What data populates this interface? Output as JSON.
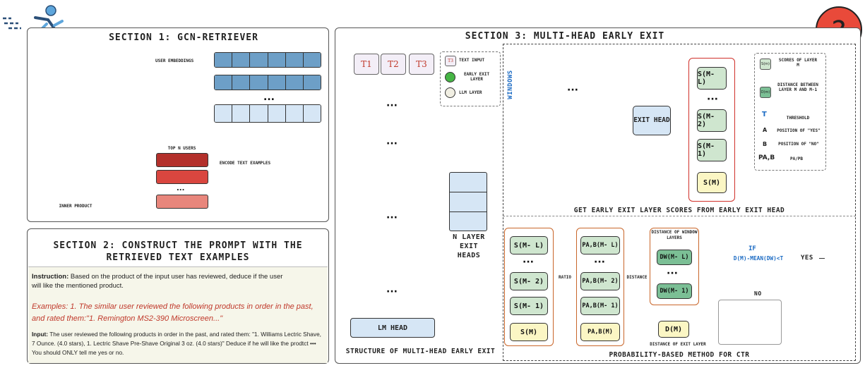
{
  "section1": {
    "title": "SECTION 1: GCN-RETRIEVER",
    "user_embeddings": "USER EMBEDDINGS",
    "top_n_users": "TOP N USERS",
    "encode_text": "ENCODE TEXT EXAMPLES",
    "inner_product": "INNER PRODUCT",
    "dots": "..."
  },
  "section2": {
    "title": "SECTION 2: CONSTRUCT THE PROMPT WITH THE RETRIEVED TEXT EXAMPLES",
    "instruction_label": "Instruction:",
    "instruction_text": "Based on the product of the input user has reviewed, deduce if the user will like the mentioned product.",
    "examples_text": "Examples: 1. The similar user reviewed the following products in order in the past, and rated them:\"1. Remington MS2-390 Microscreen...\"",
    "input_label": "Input:",
    "input_text": "The user reviewed the following products in order in the past, and rated them: \"1. Williams Lectric Shave, 7 Ounce. (4.0 stars), 1. Lectric Shave Pre-Shave Original 3 oz. (4.0 stars)\" Deduce if he will like the prodtct ••• You should ONLY tell me yes or no."
  },
  "section3": {
    "title": "SECTION 3: MULTI-HEAD EARLY EXIT",
    "t1": "T1",
    "t2": "T2",
    "t3": "T3",
    "legend_t3": "T3",
    "legend_text_input": "TEXT INPUT",
    "legend_early_exit": "EARLY EXIT LAYER",
    "legend_llm": "LLM LAYER",
    "n_layer_exit_heads": "N LAYER EXIT HEADS",
    "lm_head": "LM HEAD",
    "structure_caption": "STRUCTURE OF MULTI-HEAD EARLY EXIT",
    "windows": "WINDOWS",
    "exit_head": "EXIT HEAD",
    "scores": [
      "S(M- L)",
      "S(M- 2)",
      "S(M- 1)",
      "S(M)"
    ],
    "upper_caption": "GET EARLY EXIT LAYER SCORES FROM EARLY EXIT HEAD",
    "legend2": {
      "s_sym": "S(m)",
      "s_txt": "SCORES OF LAYER M",
      "d_sym": "D(m)",
      "d_txt": "DISTANCE BETWEEN LAYER M AND M-1",
      "t_sym": "T",
      "t_txt": "THRESHOLD",
      "a_sym": "A",
      "a_txt": "POSITION OF \"YES\"",
      "b_sym": "B",
      "b_txt": "POSITION OF \"NO\"",
      "p_sym": "PA,B",
      "p_txt": "PA/PB"
    },
    "ctr_scores": [
      "S(M- L)",
      "S(M- 2)",
      "S(M- 1)",
      "S(M)"
    ],
    "ratio": "RATIO",
    "p_scores": [
      "PA,B(M- L)",
      "PA,B(M- 2)",
      "PA,B(M- 1)",
      "PA,B(M)"
    ],
    "distance": "DISTANCE",
    "dist_window_title": "DISTANCE OF WINDOW LAYERS",
    "d_scores": [
      "DW(M- L)",
      "DW(M- 1)"
    ],
    "d_m": "D(M)",
    "dist_exit_layer": "DISTANCE OF EXIT LAYER",
    "if_label": "IF",
    "if_cond": "D(M)-MEAN(DW)<T",
    "yes": "YES",
    "no": "NO",
    "lower_caption": "PROBABILITY-BASED METHOD FOR CTR"
  },
  "colors": {
    "embed_blue": "#6d9fc7",
    "embed_light": "#d6e6f5",
    "red_dark": "#b3302b",
    "red_mid": "#d9463f",
    "red_light": "#e8867c",
    "green_node": "#46b545",
    "node_light": "#f1efe3",
    "exit_green": "#21a348",
    "red_border": "#d0302a",
    "orange_border": "#c9662a"
  }
}
